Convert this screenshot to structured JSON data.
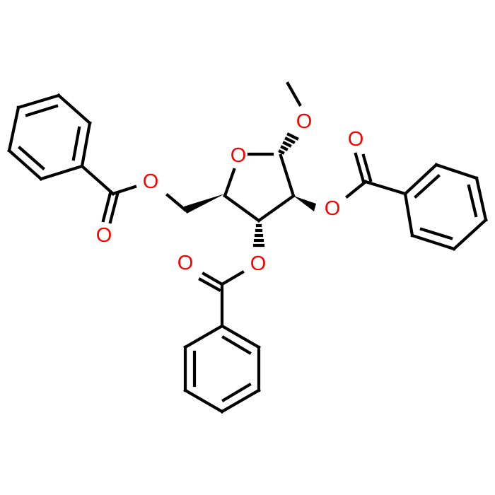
{
  "molecule": {
    "description": "Methyl 2,3,5-tri-O-benzoyl-pentofuranoside skeletal structure",
    "colors": {
      "bond": "#000000",
      "oxygen": "#ff0000",
      "background": "#ffffff"
    },
    "atom_labels": {
      "ring_o": "O",
      "anomeric_o": "O",
      "o2": "O",
      "o2_carbonyl": "O",
      "o3": "O",
      "o3_carbonyl": "O",
      "o5": "O",
      "o5_carbonyl": "O"
    },
    "substituents": [
      "methoxy",
      "2-O-benzoyl",
      "3-O-benzoyl",
      "5-O-benzoyl"
    ],
    "stereo_bonds": [
      {
        "from": "C1",
        "to": "O-methyl",
        "type": "hashed"
      },
      {
        "from": "C2",
        "to": "O2",
        "type": "wedge"
      },
      {
        "from": "C3",
        "to": "O3",
        "type": "hashed"
      },
      {
        "from": "C4",
        "to": "C5",
        "type": "wedge"
      }
    ]
  }
}
